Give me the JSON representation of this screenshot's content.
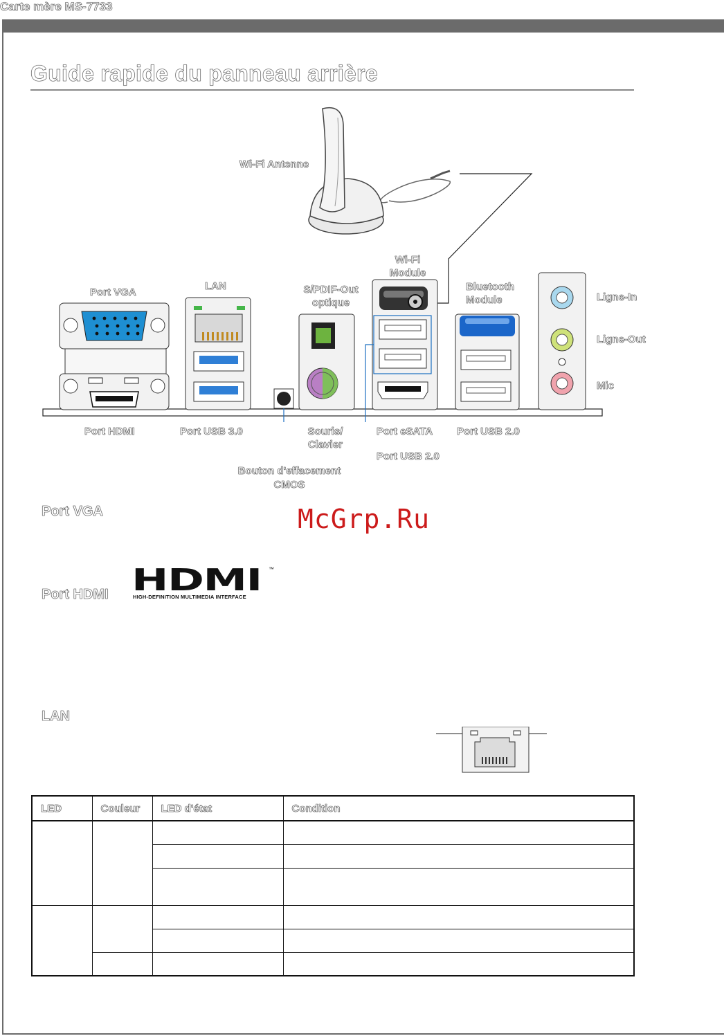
{
  "header": {
    "title": "Carte mère MS-7733"
  },
  "page_title": "Guide rapide du panneau arrière",
  "labels": {
    "wifi_antenne": "Wi-Fi Antenne",
    "wifi_module": "Wi-Fi Module",
    "port_vga": "Port VGA",
    "lan": "LAN",
    "spdif": "S/PDIF-Out optique",
    "bluetooth": "Bluetooth Module",
    "ligne_in": "Ligne-In",
    "ligne_out": "Ligne-Out",
    "mic": "Mic",
    "port_hdmi": "Port HDMI",
    "port_usb3": "Port USB 3.0",
    "souris": "Souris/",
    "clavier": "Clavier",
    "port_esata": "Port eSATA",
    "port_usb2_right": "Port USB 2.0",
    "port_usb2_mid": "Port USB 2.0",
    "bouton": "Bouton d'effacement",
    "cmos": "CMOS"
  },
  "sections": {
    "vga": "Port VGA",
    "hdmi": "Port HDMI",
    "lan": "LAN"
  },
  "hdmi_logo": {
    "text": "HDMI",
    "tm": "™",
    "tagline": "HIGH-DEFINITION MULTIMEDIA INTERFACE"
  },
  "watermark": "McGrp.Ru",
  "table": {
    "headers": [
      "LED",
      "Couleur",
      "LED d'état",
      "Condition"
    ]
  },
  "colors": {
    "vga_blue": "#1e8fd2",
    "usb3_blue": "#2f7fd6",
    "optical_green": "#6db33f",
    "ps2_purple": "#b97fc4",
    "ps2_green": "#7fbf5a",
    "audio_blue": "#a9d8ee",
    "audio_lime": "#cfe27a",
    "audio_pink": "#f0a3ad",
    "watermark_red": "#cc1b1b"
  }
}
